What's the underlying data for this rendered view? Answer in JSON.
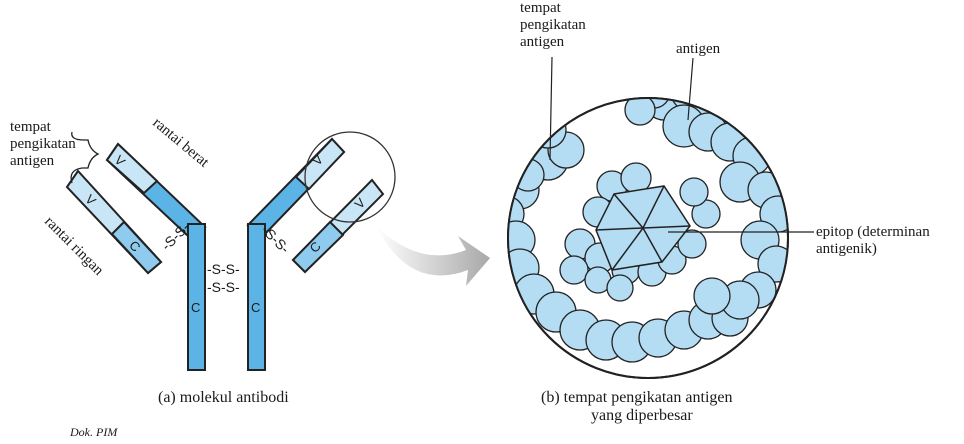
{
  "colors": {
    "blue": "#5bb3e6",
    "light_blue": "#c9e6f6",
    "sphere": "#b4dcf3",
    "outline": "#222222"
  },
  "left": {
    "label_binding_site": [
      "tempat",
      "pengikatan",
      "antigen"
    ],
    "label_heavy_chain": "rantai berat",
    "label_light_chain": "rantai ringan",
    "region_variable": "V",
    "region_constant": "C",
    "disulfide_left": "-S-S-",
    "disulfide_right": "-S-S-",
    "hinge_top": "-S-S-",
    "hinge_bottom": "-S-S-",
    "caption": "(a) molekul antibodi"
  },
  "right": {
    "label_binding_site": [
      "tempat",
      "pengikatan",
      "antigen"
    ],
    "label_antigen": "antigen",
    "label_epitope": [
      "epitop (determinan",
      "antigenik)"
    ],
    "caption": [
      "(b) tempat pengikatan antigen",
      "yang diperbesar"
    ]
  },
  "credit": "Dok. PIM"
}
